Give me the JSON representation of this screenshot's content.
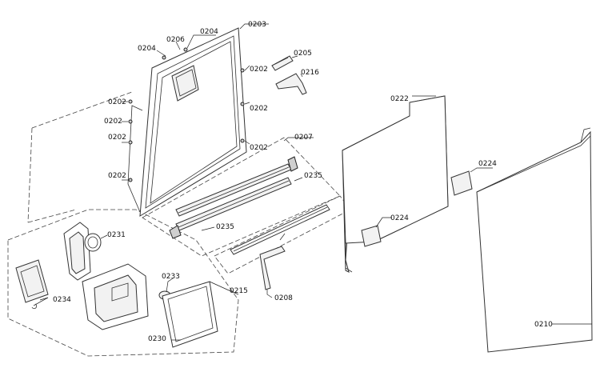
{
  "labels": [
    {
      "id": "0202-a",
      "text": "0202"
    },
    {
      "id": "0202-b",
      "text": "0202"
    },
    {
      "id": "0202-c",
      "text": "0202"
    },
    {
      "id": "0202-d",
      "text": "0202"
    },
    {
      "id": "0202-e",
      "text": "0202"
    },
    {
      "id": "0202-f",
      "text": "0202"
    },
    {
      "id": "0202-g",
      "text": "0202"
    },
    {
      "id": "0203",
      "text": "0203"
    },
    {
      "id": "0204-a",
      "text": "0204"
    },
    {
      "id": "0204-b",
      "text": "0204"
    },
    {
      "id": "0205",
      "text": "0205"
    },
    {
      "id": "0206",
      "text": "0206"
    },
    {
      "id": "0207",
      "text": "0207"
    },
    {
      "id": "0208",
      "text": "0208"
    },
    {
      "id": "0210",
      "text": "0210"
    },
    {
      "id": "0215",
      "text": "0215"
    },
    {
      "id": "0216",
      "text": "0216"
    },
    {
      "id": "0222",
      "text": "0222"
    },
    {
      "id": "0224-a",
      "text": "0224"
    },
    {
      "id": "0224-b",
      "text": "0224"
    },
    {
      "id": "0230",
      "text": "0230"
    },
    {
      "id": "0231",
      "text": "0231"
    },
    {
      "id": "0233",
      "text": "0233"
    },
    {
      "id": "0234",
      "text": "0234"
    },
    {
      "id": "0235-a",
      "text": "0235"
    },
    {
      "id": "0235-b",
      "text": "0235"
    }
  ]
}
